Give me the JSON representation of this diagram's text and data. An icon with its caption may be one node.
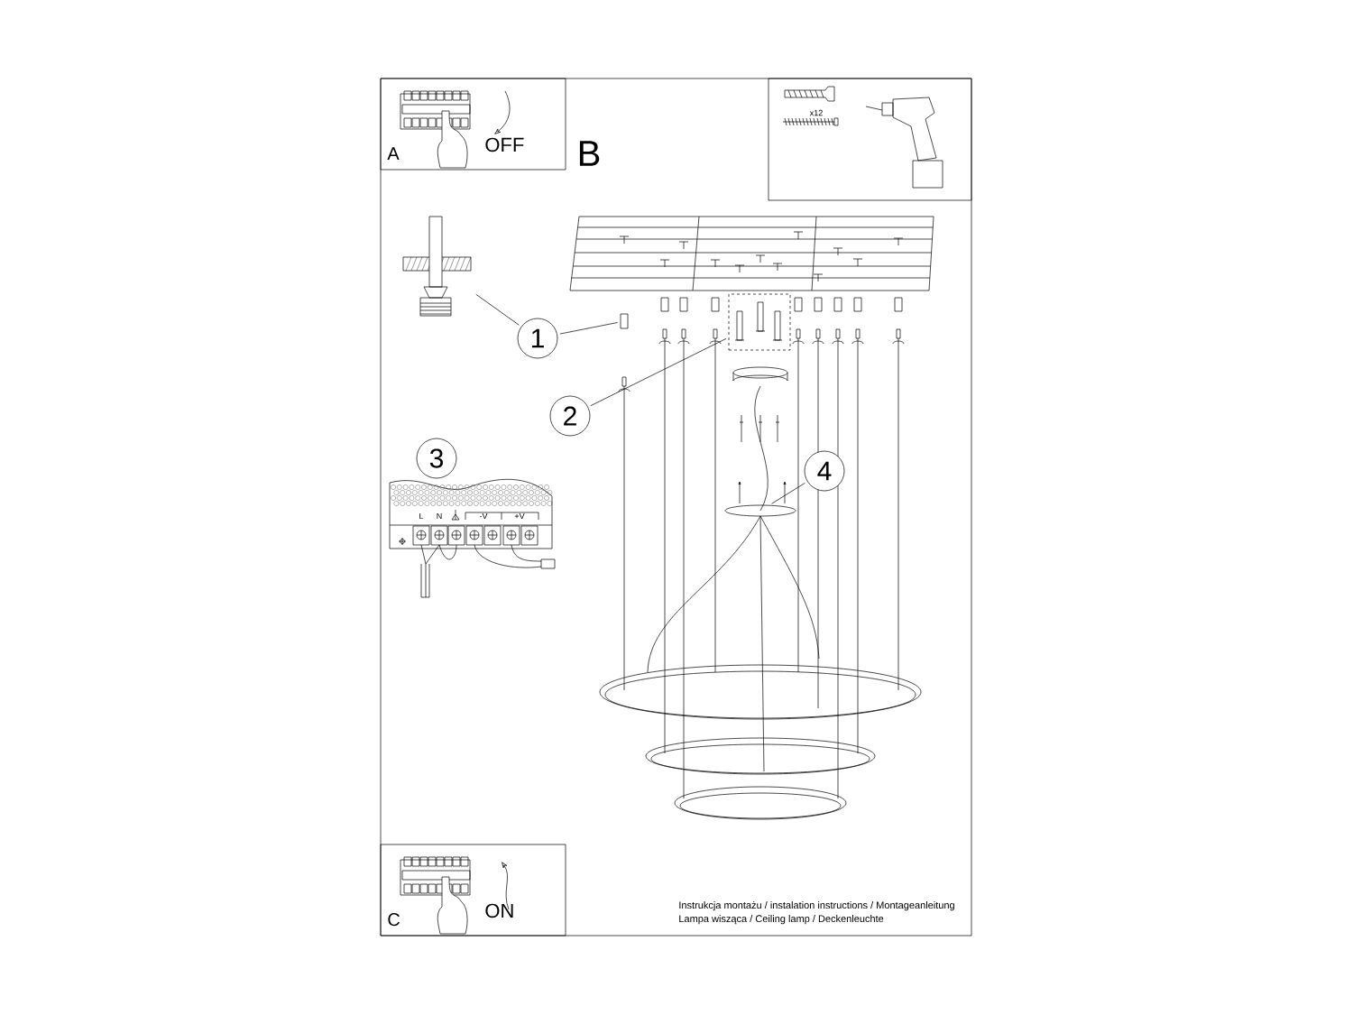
{
  "diagram": {
    "nodes": [
      {
        "text": [
          "A",
          "OFF"
        ]
      },
      {
        "text": [
          "C",
          "ON"
        ]
      },
      {
        "text": [
          "x12"
        ]
      },
      {
        "text": [
          "1"
        ]
      },
      {
        "text": [
          "2"
        ]
      },
      {
        "text": [
          "3"
        ]
      },
      {
        "text": [
          "4"
        ]
      },
      {
        "text": [],
        "shape": "picture"
      },
      {
        "text": [],
        "shape": "box"
      },
      {
        "text": [],
        "shape": "box"
      },
      {
        "text": [],
        "shape": "circle"
      }
    ],
    "edges": [
      {
        "from": 3,
        "to": 7,
        "arrow": "none"
      },
      {
        "from": 3,
        "to": 8,
        "arrow": "none"
      },
      {
        "from": 4,
        "to": 9,
        "arrow": "none"
      },
      {
        "from": 6,
        "to": 10,
        "arrow": "none"
      }
    ],
    "labels": [
      "B",
      "L",
      "N",
      "-V",
      "+V",
      "Instrukcja montażu / instalation instructions / Montageanleitung",
      "Lampa wisząca / Ceiling lamp / Deckenleuchte"
    ]
  }
}
